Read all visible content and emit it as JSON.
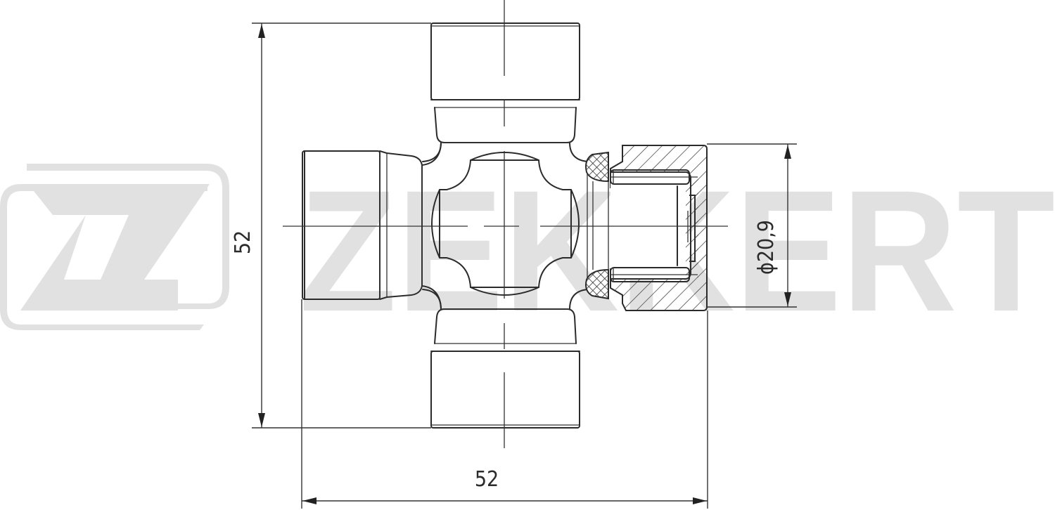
{
  "drawing": {
    "subject": "Universal joint cross (spider) with needle bearing cup, sectioned",
    "watermark": {
      "brand_text": "ZEKKERT",
      "logo_letter": "Z",
      "color": "#e1e1e1"
    },
    "dimensions": {
      "height": {
        "label": "52",
        "orientation": "vertical"
      },
      "width": {
        "label": "52",
        "orientation": "horizontal"
      },
      "cup_diameter": {
        "label": "ϕ20,9",
        "orientation": "vertical"
      }
    },
    "colors": {
      "line": "#2b2b2b",
      "background": "#ffffff"
    }
  }
}
